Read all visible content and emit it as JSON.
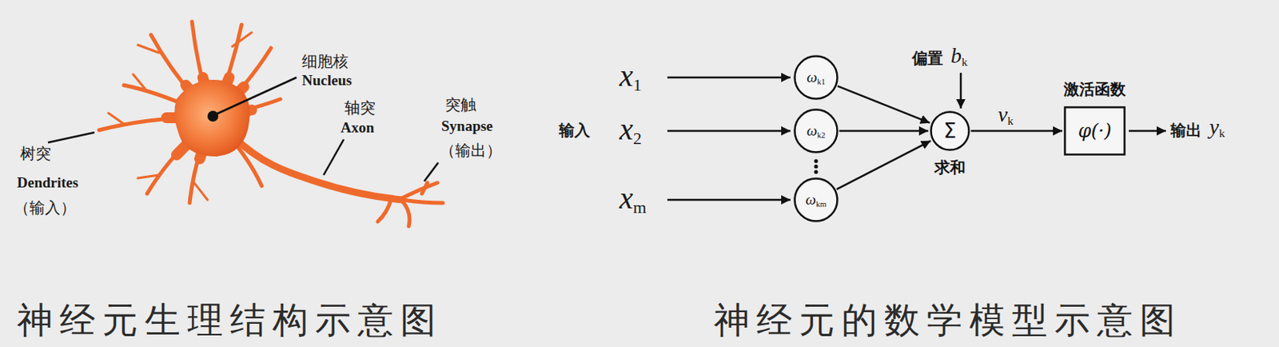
{
  "diagram": {
    "nodes": [
      {
        "text": [
          "ωk1"
        ]
      },
      {
        "text": [
          "ωk2"
        ]
      },
      {
        "text": [
          "ωkm"
        ]
      },
      {
        "text": [
          "Σ",
          "求和"
        ]
      },
      {
        "text": [
          "激活函数",
          "φ(·)"
        ]
      }
    ],
    "edges": [
      {
        "from": 0,
        "to": 3,
        "arrow": "to"
      },
      {
        "from": 1,
        "to": 3,
        "arrow": "to"
      },
      {
        "from": 2,
        "to": 3,
        "arrow": "to"
      },
      {
        "from": 3,
        "to": 4,
        "label": "vk",
        "arrow": "to"
      }
    ],
    "labels": [
      "细胞核",
      "Nucleus",
      "轴突",
      "Axon",
      "突触",
      "Synapse",
      "（输出）",
      "树突",
      "Dendrites",
      "（输入）",
      "神经元生理结构示意图",
      "x1",
      "输入",
      "x2",
      "xm",
      "偏置",
      "bk",
      "输出",
      "yk",
      "神经元的数学模型示意图"
    ]
  }
}
